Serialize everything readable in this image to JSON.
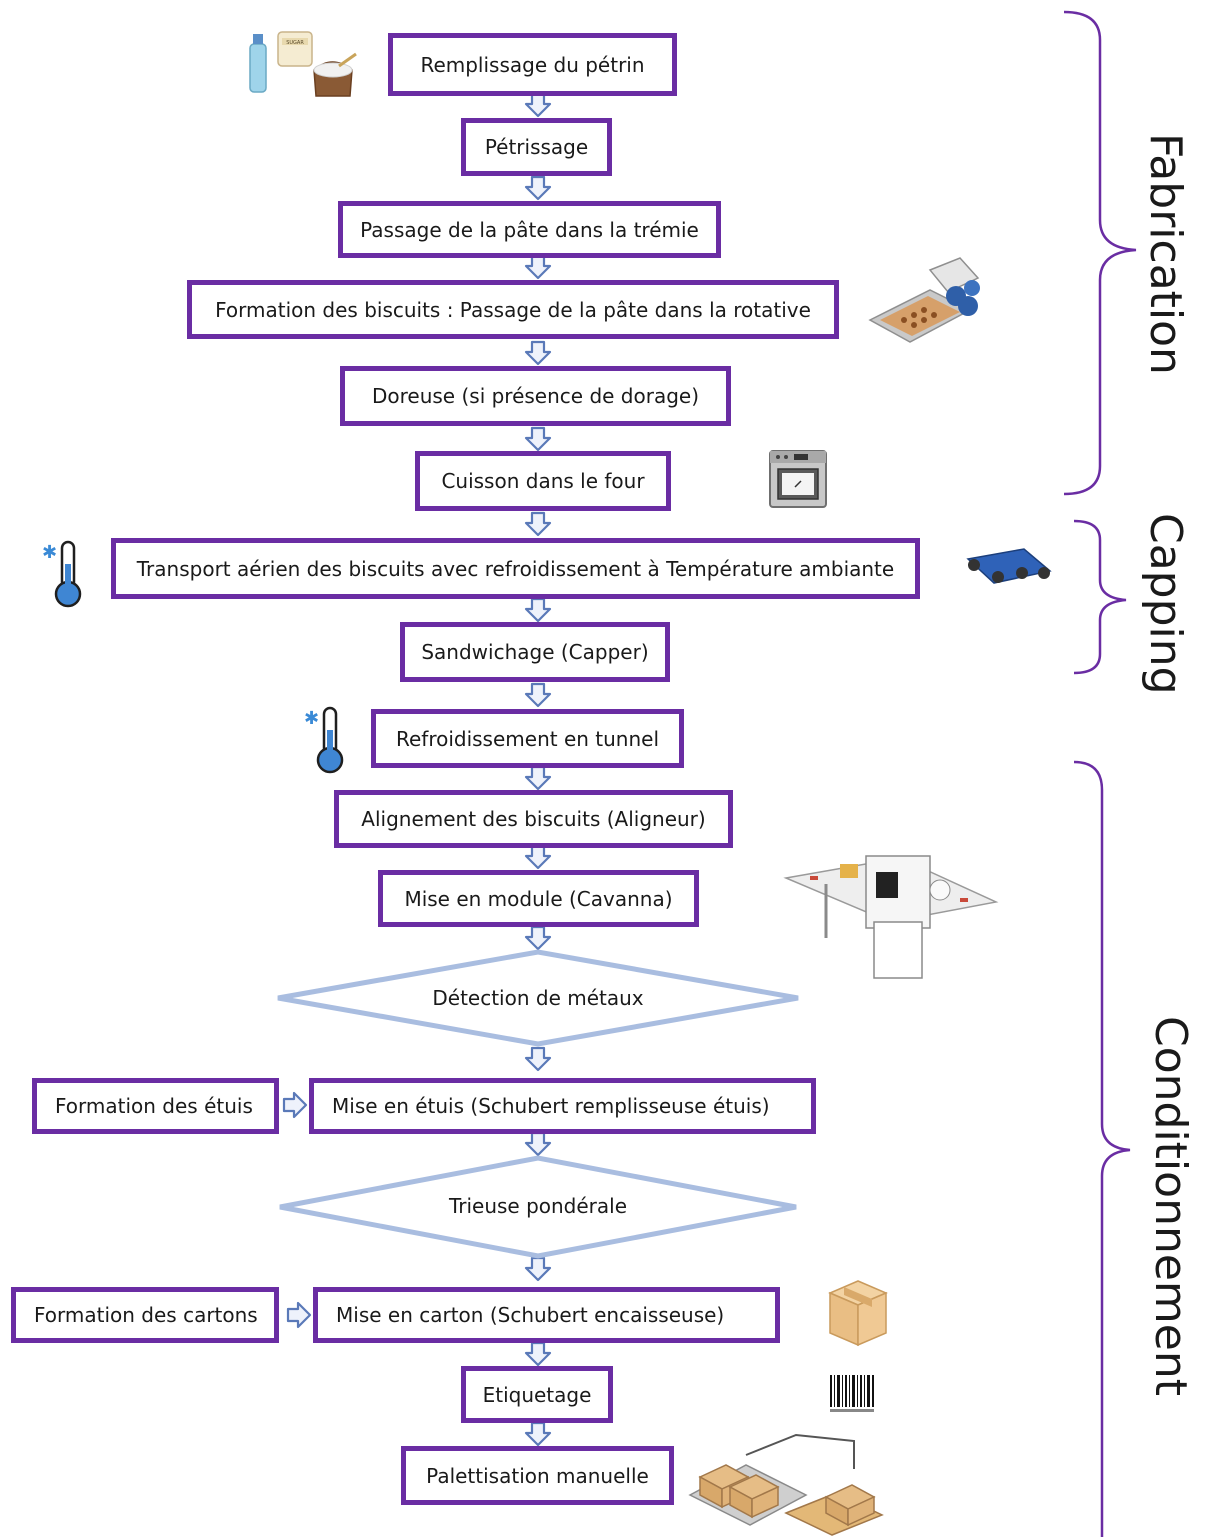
{
  "steps": {
    "remplissage": "Remplissage du pétrin",
    "petrissage": "Pétrissage",
    "tremie": "Passage de la pâte dans la trémie",
    "rotative": "Formation des biscuits : Passage de la pâte dans la rotative",
    "doreuse": "Doreuse (si présence de dorage)",
    "cuisson": "Cuisson dans le four",
    "transport": "Transport aérien des biscuits avec refroidissement à Température ambiante",
    "sandwichage": "Sandwichage (Capper)",
    "refroidissement": "Refroidissement en tunnel",
    "alignement": "Alignement des biscuits (Aligneur)",
    "module": "Mise en module (Cavanna)",
    "detection": "Détection de métaux",
    "formation_etuis": "Formation des étuis",
    "mise_etuis": "Mise en étuis (Schubert remplisseuse étuis)",
    "trieuse": "Trieuse pondérale",
    "formation_cartons": "Formation des cartons",
    "mise_carton": "Mise en carton (Schubert encaisseuse)",
    "etiquetage": "Etiquetage",
    "palettisation": "Palettisation manuelle"
  },
  "phases": {
    "fabrication": "Fabrication",
    "capping": "Capping",
    "conditionnement": "Conditionnement"
  },
  "icon_text": {
    "sugar": "SUGAR"
  },
  "colors": {
    "box_border": "#6a2da3",
    "arrow": "#5a79b8",
    "diamond": "#a9bde0",
    "brace": "#6a2da3"
  }
}
